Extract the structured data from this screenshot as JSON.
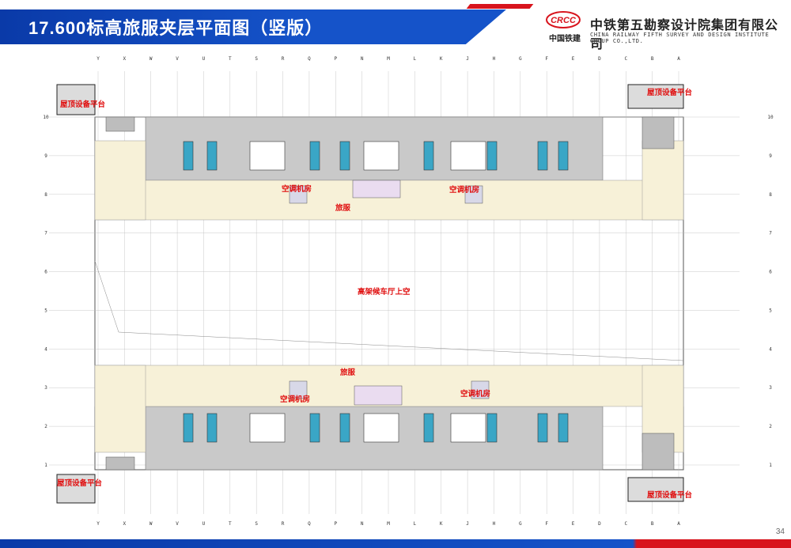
{
  "title": "17.600标高旅服夹层平面图（竖版）",
  "company": {
    "name_cn": "中铁第五勘察设计院集团有限公司",
    "name_en": "CHINA RAILWAY FIFTH SURVEY AND DESIGN INSTITUTE GROUP CO.,LTD.",
    "logo_text": "CRCC",
    "logo_caption": "中国铁建"
  },
  "labels": {
    "roof_platform": "屋顶设备平台",
    "ac_room": "空调机房",
    "travel_service": "旅服",
    "void": "高架候车厅上空"
  },
  "axes": {
    "columns": [
      "Y",
      "X",
      "W",
      "V",
      "U",
      "T",
      "S",
      "R",
      "Q",
      "P",
      "N",
      "M",
      "L",
      "K",
      "J",
      "H",
      "G",
      "F",
      "E",
      "D",
      "C",
      "B",
      "A"
    ],
    "rows": [
      "10",
      "9",
      "8",
      "7",
      "6",
      "5",
      "4",
      "3",
      "2",
      "1"
    ]
  },
  "page_number": "34",
  "colors": {
    "primary": "#1553c9",
    "accent": "#d8141d",
    "label": "#e01010",
    "service_zone": "#f7f1d8",
    "corridor": "#c8c8c8",
    "glass": "#3aa6c6"
  }
}
